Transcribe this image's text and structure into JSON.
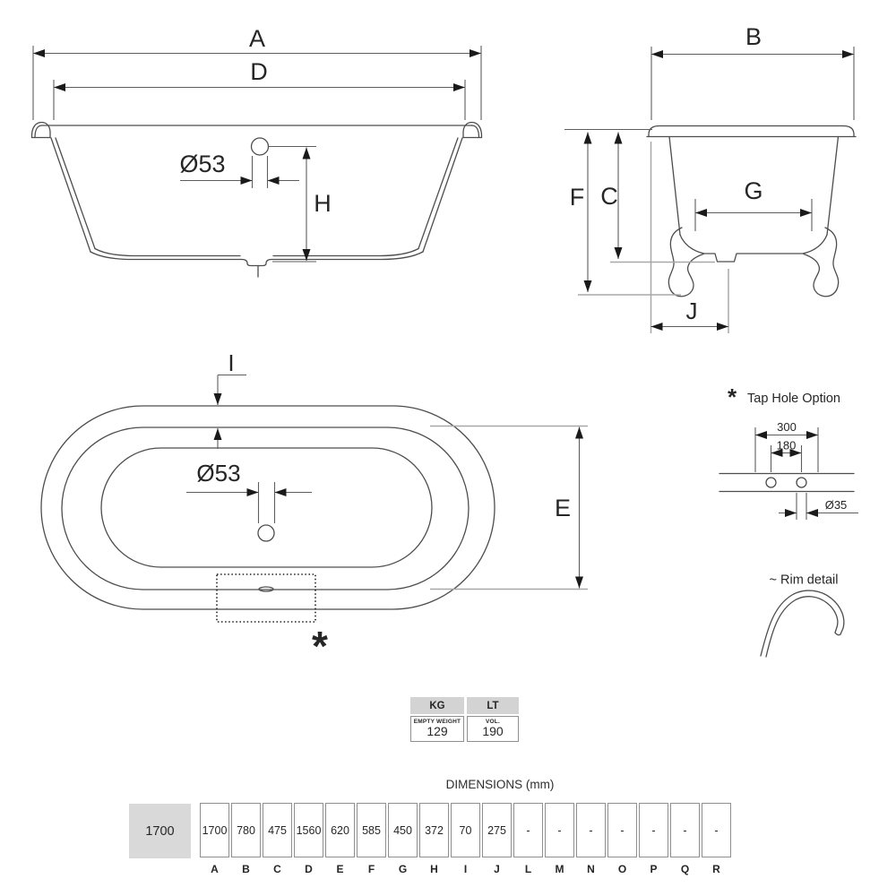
{
  "colors": {
    "outline": "#4d4d4d",
    "dimension_line": "#5e5e5e",
    "reference_line": "#a8a8a8",
    "arrowhead": "#1a1a1a",
    "text": "#262626",
    "table_header_bg": "#d3d3d3",
    "table_border": "#8f8f8f",
    "row_label_bg": "#d9d9d9"
  },
  "side_view": {
    "dim_a": "A",
    "dim_d": "D",
    "hole_dia": "Ø53",
    "dim_h": "H"
  },
  "end_view": {
    "dim_b": "B",
    "dim_f": "F",
    "dim_c": "C",
    "dim_g": "G",
    "dim_j": "J"
  },
  "plan_view": {
    "dim_i": "I",
    "hole_dia": "Ø53",
    "dim_e": "E",
    "tap_area_marker": "*"
  },
  "tap_hole_option": {
    "marker": "*",
    "title": "Tap Hole Option",
    "width_outer": "300",
    "width_inner": "180",
    "hole_dia": "Ø35"
  },
  "rim_detail": {
    "title": "~ Rim detail"
  },
  "weight_table": {
    "col1_header": "KG",
    "col2_header": "LT",
    "col1_label": "EMPTY WEIGHT",
    "col1_value": "129",
    "col2_label": "VOL.",
    "col2_value": "190"
  },
  "dimensions_table": {
    "title": "DIMENSIONS (mm)",
    "row_label": "1700",
    "columns": [
      {
        "letter": "A",
        "value": "1700"
      },
      {
        "letter": "B",
        "value": "780"
      },
      {
        "letter": "C",
        "value": "475"
      },
      {
        "letter": "D",
        "value": "1560"
      },
      {
        "letter": "E",
        "value": "620"
      },
      {
        "letter": "F",
        "value": "585"
      },
      {
        "letter": "G",
        "value": "450"
      },
      {
        "letter": "H",
        "value": "372"
      },
      {
        "letter": "I",
        "value": "70"
      },
      {
        "letter": "J",
        "value": "275"
      },
      {
        "letter": "L",
        "value": "-"
      },
      {
        "letter": "M",
        "value": "-"
      },
      {
        "letter": "N",
        "value": "-"
      },
      {
        "letter": "O",
        "value": "-"
      },
      {
        "letter": "P",
        "value": "-"
      },
      {
        "letter": "Q",
        "value": "-"
      },
      {
        "letter": "R",
        "value": "-"
      }
    ]
  }
}
